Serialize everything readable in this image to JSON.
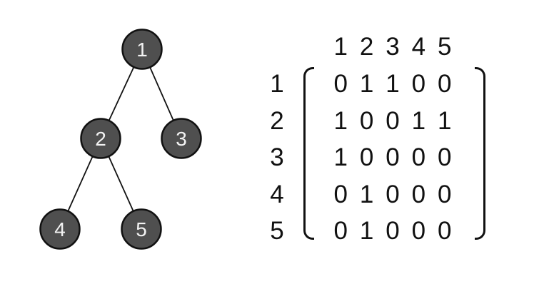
{
  "figure": {
    "background_color": "#ffffff",
    "text_color": "#111111"
  },
  "tree": {
    "node_fill": "#4f4f4f",
    "node_stroke": "#111111",
    "node_text_color": "#f2f2f2",
    "nodes": [
      {
        "id": "1",
        "label": "1"
      },
      {
        "id": "2",
        "label": "2"
      },
      {
        "id": "3",
        "label": "3"
      },
      {
        "id": "4",
        "label": "4"
      },
      {
        "id": "5",
        "label": "5"
      }
    ],
    "edges": [
      {
        "from": "1",
        "to": "2"
      },
      {
        "from": "1",
        "to": "3"
      },
      {
        "from": "2",
        "to": "4"
      },
      {
        "from": "2",
        "to": "5"
      }
    ]
  },
  "matrix": {
    "column_headers": [
      "1",
      "2",
      "3",
      "4",
      "5"
    ],
    "row_headers": [
      "1",
      "2",
      "3",
      "4",
      "5"
    ],
    "rows": [
      [
        0,
        1,
        1,
        0,
        0
      ],
      [
        1,
        0,
        0,
        1,
        1
      ],
      [
        1,
        0,
        0,
        0,
        0
      ],
      [
        0,
        1,
        0,
        0,
        0
      ],
      [
        0,
        1,
        0,
        0,
        0
      ]
    ]
  }
}
